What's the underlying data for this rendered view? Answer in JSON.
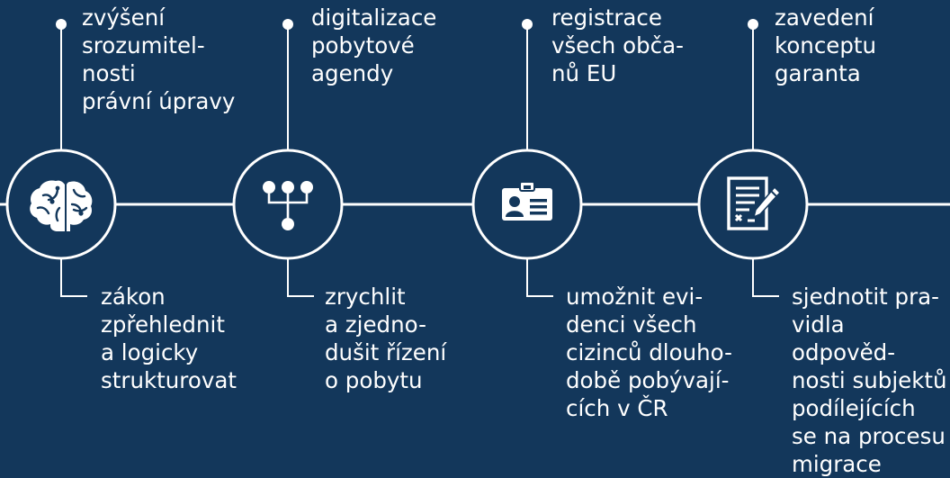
{
  "steps": [
    {
      "goal": "zvýšení\nsrozumitel-\nnosti\nprávní úpravy",
      "action": "zákon\nzpřehlednit\na logicky\nstrukturovat",
      "icon": "brain-icon"
    },
    {
      "goal": "digitalizace\npobytové\nagendy",
      "action": "zrychlit\na zjedno-\ndušit řízení\no pobytu",
      "icon": "network-tree-icon"
    },
    {
      "goal": "registrace\nvšech obča-\nnů EU",
      "action": "umožnit evi-\ndenci všech\ncizinců dlouho-\ndobě pobývají-\ncích v ČR",
      "icon": "id-card-icon"
    },
    {
      "goal": "zavedení\nkonceptu\ngaranta",
      "action": "sjednotit pra-\nvidla odpověd-\nnosti subjektů\npodílejících\nse na procesu\nmigrace",
      "icon": "contract-sign-icon"
    }
  ],
  "colors": {
    "background": "#13375b",
    "line": "#ffffff"
  }
}
